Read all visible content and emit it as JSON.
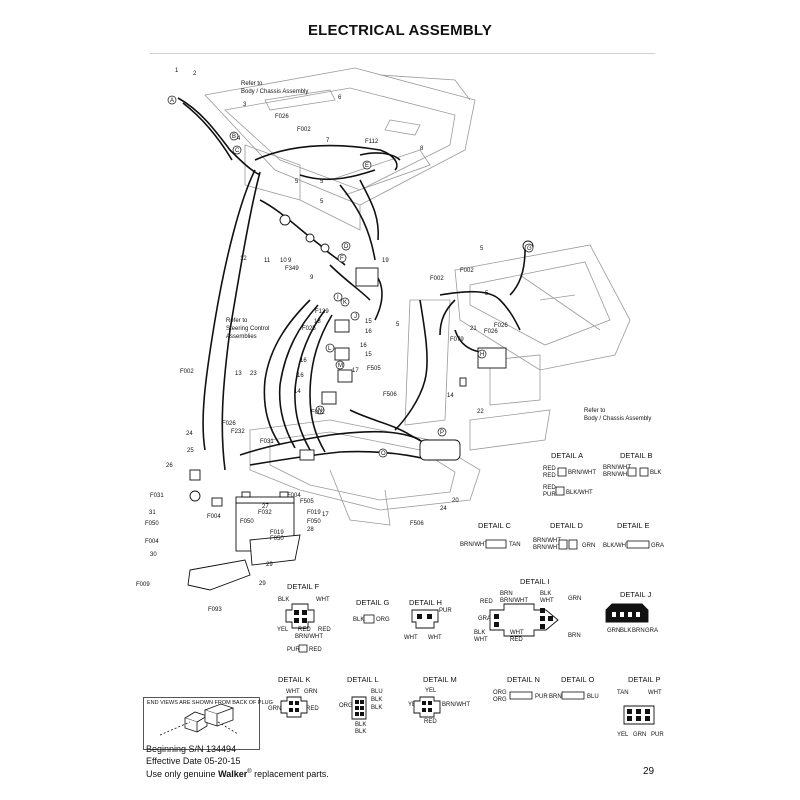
{
  "title": "ELECTRICAL ASSEMBLY",
  "page_number": "29",
  "footer": {
    "line1": "Beginning S/N 134494",
    "line2": "Effective Date 05-20-15",
    "line3_pre": "Use only genuine ",
    "line3_brand": "Walker",
    "line3_reg": "®",
    "line3_post": " replacement parts."
  },
  "refs": {
    "body_chassis_top_1": "Refer to",
    "body_chassis_top_2": "Body / Chassis Assembly",
    "steering_1": "Refer to",
    "steering_2": "Steering Control",
    "steering_3": "Assemblies",
    "body_chassis_right_1": "Refer to",
    "body_chassis_right_2": "Body / Chassis Assembly"
  },
  "callouts": [
    "1",
    "2",
    "3",
    "4",
    "5",
    "6",
    "7",
    "8",
    "9",
    "10",
    "11",
    "12",
    "13",
    "14",
    "15",
    "16",
    "17",
    "18",
    "19",
    "20",
    "21",
    "22",
    "23",
    "24",
    "25",
    "26",
    "27",
    "28",
    "29",
    "30",
    "31",
    "F002",
    "F004",
    "F009",
    "F019",
    "F025",
    "F026",
    "F031",
    "F032",
    "F050",
    "F079",
    "F093",
    "F112",
    "F129",
    "F232",
    "F349",
    "F505",
    "F506"
  ],
  "letters": [
    "A",
    "B",
    "C",
    "D",
    "E",
    "F",
    "G",
    "H",
    "I",
    "J",
    "K",
    "L",
    "M",
    "N",
    "O",
    "P"
  ],
  "end_views_note": "END VIEWS ARE SHOWN FROM BACK OF PLUG",
  "details": {
    "a": {
      "title": "DETAIL A",
      "w1": "RED",
      "w2": "RED",
      "w3": "BRN/WHT",
      "w4": "RED",
      "w5": "PUR",
      "w6": "BLK/WHT"
    },
    "b": {
      "title": "DETAIL B",
      "w1": "BRN/WHT",
      "w2": "BRN/WHT",
      "w3": "BLK"
    },
    "c": {
      "title": "DETAIL C",
      "w1": "BRN/WHT",
      "w2": "TAN"
    },
    "d": {
      "title": "DETAIL D",
      "w1": "BRN/WHT",
      "w2": "BRN/WHT",
      "w3": "GRN"
    },
    "e": {
      "title": "DETAIL E",
      "w1": "BLK/WHT",
      "w2": "GRA"
    },
    "f": {
      "title": "DETAIL F",
      "w1": "BLK",
      "w2": "WHT",
      "w3": "YEL",
      "w4": "RED",
      "w5": "BRN/WHT",
      "w6": "RED",
      "w7": "PUR",
      "w8": "RED"
    },
    "g": {
      "title": "DETAIL G",
      "w1": "BLK",
      "w2": "ORG"
    },
    "h": {
      "title": "DETAIL H",
      "w1": "PUR",
      "w2": "WHT",
      "w3": "WHT"
    },
    "i": {
      "title": "DETAIL I",
      "w1": "BRN",
      "w2": "BRN/WHT",
      "w3": "BLK",
      "w4": "WHT",
      "w5": "GRN",
      "w6": "RED",
      "w7": "GRA",
      "w8": "BLK",
      "w9": "WHT",
      "w10": "WHT",
      "w11": "RED",
      "w12": "BRN"
    },
    "j": {
      "title": "DETAIL J",
      "w1": "GRN",
      "w2": "BLK",
      "w3": "BRN",
      "w4": "GRA"
    },
    "k": {
      "title": "DETAIL K",
      "w1": "WHT",
      "w2": "GRN",
      "w3": "GRN",
      "w4": "RED"
    },
    "l": {
      "title": "DETAIL L",
      "w1": "BLU",
      "w2": "BLK",
      "w3": "BLK",
      "w4": "ORG",
      "w5": "BLK",
      "w6": "BLK"
    },
    "m": {
      "title": "DETAIL M",
      "w1": "YEL",
      "w2": "YEL",
      "w3": "BRN/WHT",
      "w4": "RED"
    },
    "n": {
      "title": "DETAIL N",
      "w1": "ORG",
      "w2": "ORG",
      "w3": "PUR"
    },
    "o": {
      "title": "DETAIL O",
      "w1": "BRN",
      "w2": "BLU"
    },
    "p": {
      "title": "DETAIL P",
      "w1": "TAN",
      "w2": "WHT",
      "w3": "YEL",
      "w4": "GRN",
      "w5": "PUR"
    }
  }
}
